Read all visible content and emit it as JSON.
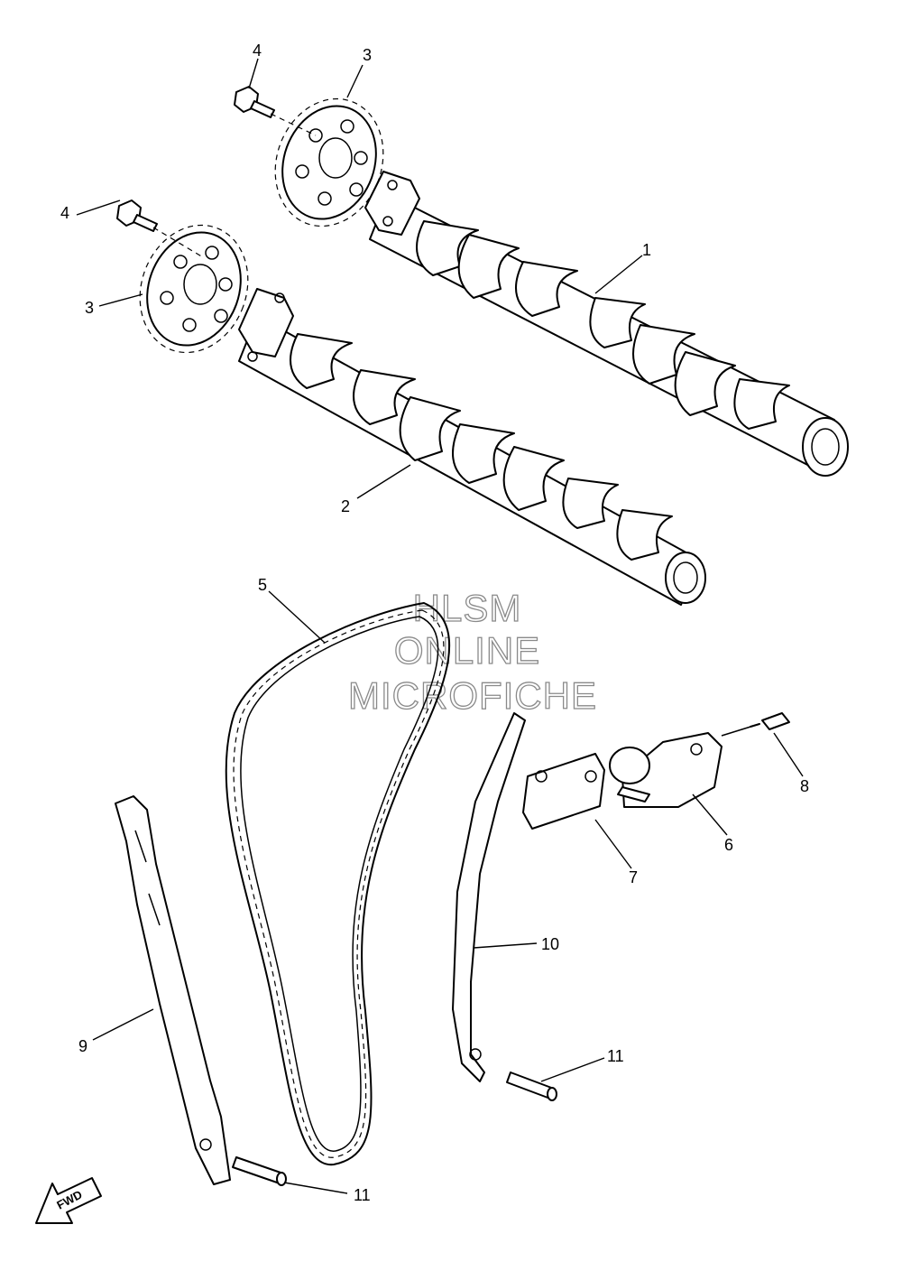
{
  "callouts": {
    "c1": "1",
    "c2": "2",
    "c3a": "3",
    "c3b": "3",
    "c4a": "4",
    "c4b": "4",
    "c5": "5",
    "c6": "6",
    "c7": "7",
    "c8": "8",
    "c9": "9",
    "c10": "10",
    "c11a": "11",
    "c11b": "11"
  },
  "watermark": {
    "line1": "HLSM",
    "line2": "ONLINE",
    "line3": "MICROFICHE"
  },
  "fwd_badge": "FWD"
}
